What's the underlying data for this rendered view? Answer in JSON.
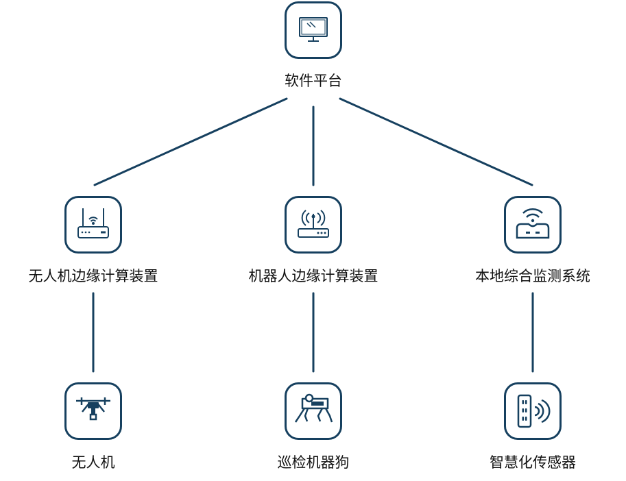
{
  "colors": {
    "accent": "#16405f",
    "text": "#111111",
    "background": "#ffffff"
  },
  "nodes": {
    "platform": {
      "label": "软件平台",
      "icon": "monitor-icon"
    },
    "uav_edge": {
      "label": "无人机边缘计算装置",
      "icon": "router-icon"
    },
    "robot_edge": {
      "label": "机器人边缘计算装置",
      "icon": "wifi-router-icon"
    },
    "local_monitor": {
      "label": "本地综合监测系统",
      "icon": "wireless-modem-icon"
    },
    "uav": {
      "label": "无人机",
      "icon": "drone-icon"
    },
    "robot_dog": {
      "label": "巡检机器狗",
      "icon": "robot-dog-icon"
    },
    "sensor": {
      "label": "智慧化传感器",
      "icon": "smart-sensor-icon"
    }
  }
}
